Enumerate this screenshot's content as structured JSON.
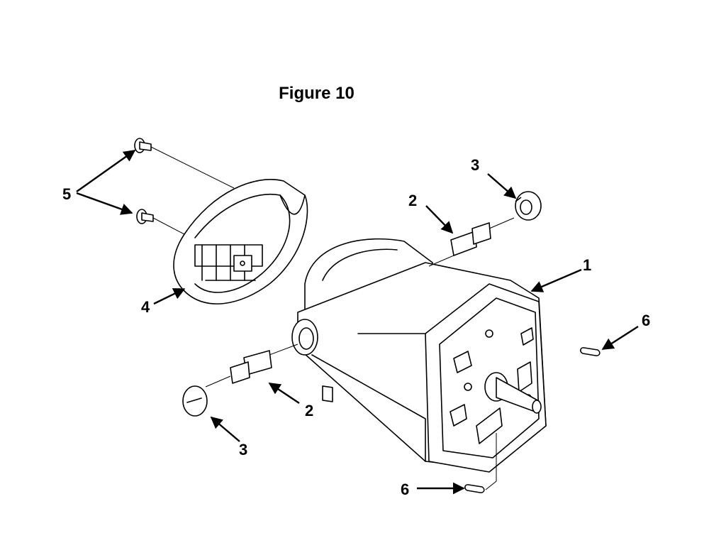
{
  "figure": {
    "title": "Figure 10"
  },
  "callouts": [
    {
      "id": "c1",
      "label": "1"
    },
    {
      "id": "c2a",
      "label": "2"
    },
    {
      "id": "c2b",
      "label": "2"
    },
    {
      "id": "c3a",
      "label": "3"
    },
    {
      "id": "c3b",
      "label": "3"
    },
    {
      "id": "c4",
      "label": "4"
    },
    {
      "id": "c5",
      "label": "5"
    },
    {
      "id": "c6a",
      "label": "6"
    },
    {
      "id": "c6b",
      "label": "6"
    }
  ]
}
